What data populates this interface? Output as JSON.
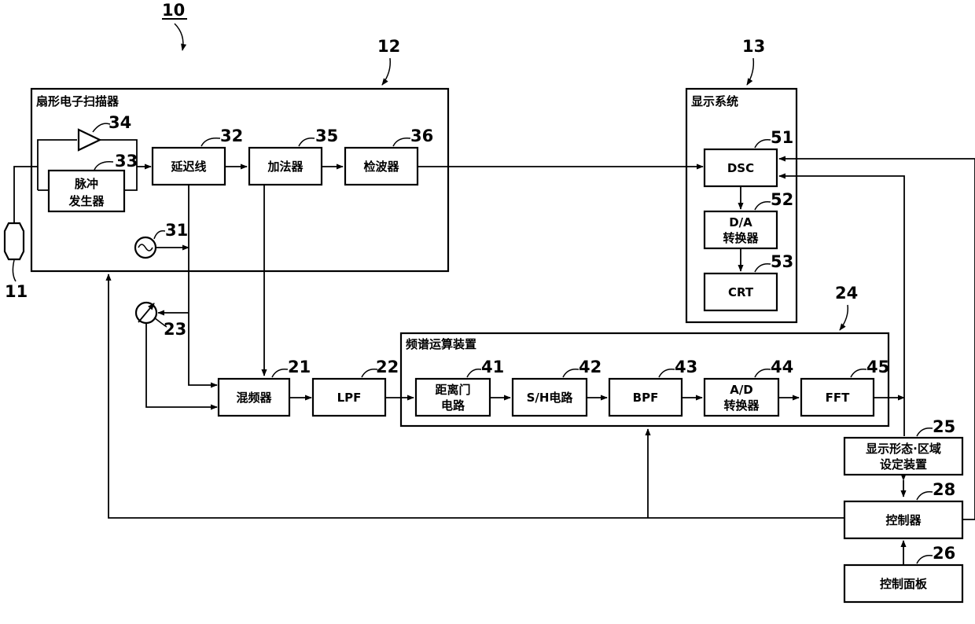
{
  "figure": {
    "number": "10",
    "refs": {
      "r11": "11",
      "r12": "12",
      "r13": "13",
      "r21": "21",
      "r22": "22",
      "r23": "23",
      "r24": "24",
      "r25": "25",
      "r26": "26",
      "r28": "28",
      "r31": "31",
      "r32": "32",
      "r33": "33",
      "r34": "34",
      "r35": "35",
      "r36": "36",
      "r41": "41",
      "r42": "42",
      "r43": "43",
      "r44": "44",
      "r45": "45",
      "r51": "51",
      "r52": "52",
      "r53": "53"
    }
  },
  "groups": {
    "scanner": "扇形电子扫描器",
    "display": "显示系统",
    "spectrum": "频谱运算装置"
  },
  "blocks": {
    "pulse_gen": [
      "脉冲",
      "发生器"
    ],
    "delay_line": "延迟线",
    "adder": "加法器",
    "detector": "检波器",
    "dsc": "DSC",
    "da_conv": [
      "D/A",
      "转换器"
    ],
    "crt": "CRT",
    "mixer": "混频器",
    "lpf": "LPF",
    "range_gate": [
      "距离门",
      "电路"
    ],
    "sh_circuit": "S/H电路",
    "bpf": "BPF",
    "ad_conv": [
      "A/D",
      "转换器"
    ],
    "fft": "FFT",
    "display_setting": [
      "显示形态·区域",
      "设定装置"
    ],
    "controller": "控制器",
    "control_panel": "控制面板"
  }
}
